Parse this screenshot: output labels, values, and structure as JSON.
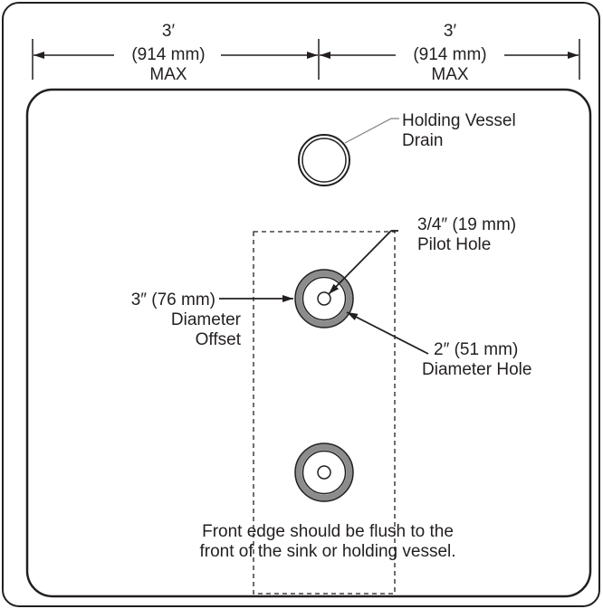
{
  "dimensions": {
    "left": {
      "line1": "3′",
      "line2": "(914 mm)",
      "line3": "MAX"
    },
    "right": {
      "line1": "3′",
      "line2": "(914 mm)",
      "line3": "MAX"
    }
  },
  "callouts": {
    "drain": {
      "line1": "Holding Vessel",
      "line2": "Drain"
    },
    "pilot": {
      "line1": "3/4″ (19 mm)",
      "line2": "Pilot Hole"
    },
    "offset": {
      "line1": "3″ (76 mm)",
      "line2": "Diameter",
      "line3": "Offset"
    },
    "hole": {
      "line1": "2″ (51 mm)",
      "line2": "Diameter Hole"
    }
  },
  "note": {
    "line1": "Front edge should be flush to the",
    "line2": "front of the sink or holding vessel."
  },
  "colors": {
    "ink": "#231f20",
    "ring": "#8c8c8c",
    "drain_leader": "#7f7f7f",
    "background": "#ffffff"
  }
}
